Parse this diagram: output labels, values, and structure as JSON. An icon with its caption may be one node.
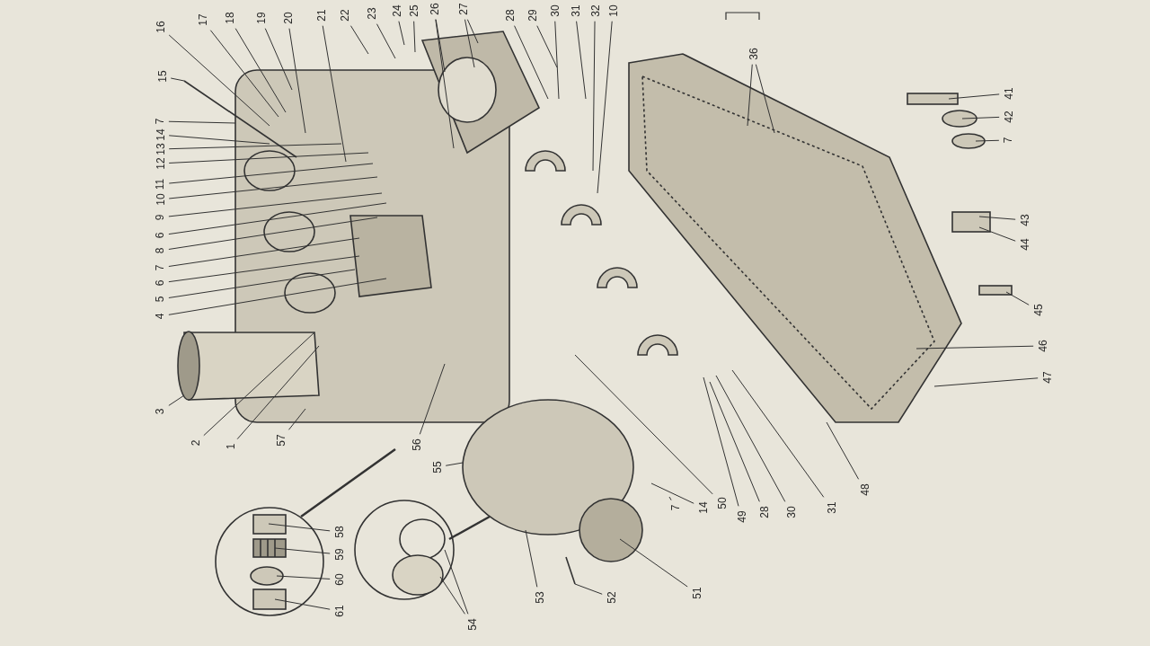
{
  "diagram": {
    "nodes": [
      {
        "text": [
          "15"
        ]
      },
      {
        "text": [
          "16"
        ]
      },
      {
        "text": [
          "17"
        ]
      },
      {
        "text": [
          "18"
        ]
      },
      {
        "text": [
          "19"
        ]
      },
      {
        "text": [
          "20"
        ]
      },
      {
        "text": [
          "21"
        ]
      },
      {
        "text": [
          "22"
        ]
      },
      {
        "text": [
          "23"
        ]
      },
      {
        "text": [
          "24"
        ]
      },
      {
        "text": [
          "25"
        ]
      },
      {
        "text": [
          "26"
        ]
      },
      {
        "text": [
          "27"
        ]
      },
      {
        "text": [
          "28"
        ]
      },
      {
        "text": [
          "29"
        ]
      },
      {
        "text": [
          "30"
        ]
      },
      {
        "text": [
          "31"
        ]
      },
      {
        "text": [
          "32"
        ]
      },
      {
        "text": [
          "10"
        ]
      },
      {
        "text": [
          "36"
        ]
      },
      {
        "text": [
          "7"
        ]
      },
      {
        "text": [
          "14"
        ]
      },
      {
        "text": [
          "13"
        ]
      },
      {
        "text": [
          "12"
        ]
      },
      {
        "text": [
          "11"
        ]
      },
      {
        "text": [
          "10"
        ]
      },
      {
        "text": [
          "9"
        ]
      },
      {
        "text": [
          "6"
        ]
      },
      {
        "text": [
          "8"
        ]
      },
      {
        "text": [
          "7"
        ]
      },
      {
        "text": [
          "6"
        ]
      },
      {
        "text": [
          "5"
        ]
      },
      {
        "text": [
          "4"
        ]
      },
      {
        "text": [
          "3"
        ]
      },
      {
        "text": [
          "2"
        ]
      },
      {
        "text": [
          "1"
        ]
      },
      {
        "text": [
          "57"
        ]
      },
      {
        "text": [
          "56"
        ]
      },
      {
        "text": [
          "55"
        ]
      },
      {
        "text": [
          "58"
        ]
      },
      {
        "text": [
          "59"
        ]
      },
      {
        "text": [
          "60"
        ]
      },
      {
        "text": [
          "61"
        ]
      },
      {
        "text": [
          "54"
        ]
      },
      {
        "text": [
          "53"
        ]
      },
      {
        "text": [
          "52"
        ]
      },
      {
        "text": [
          "51"
        ]
      },
      {
        "text": [
          "7"
        ]
      },
      {
        "text": [
          "14"
        ]
      },
      {
        "text": [
          "50"
        ]
      },
      {
        "text": [
          "49"
        ]
      },
      {
        "text": [
          "28"
        ]
      },
      {
        "text": [
          "30"
        ]
      },
      {
        "text": [
          "31"
        ]
      },
      {
        "text": [
          "48"
        ]
      },
      {
        "text": [
          "47"
        ]
      },
      {
        "text": [
          "46"
        ]
      },
      {
        "text": [
          "45"
        ]
      },
      {
        "text": [
          "44"
        ]
      },
      {
        "text": [
          "43"
        ]
      },
      {
        "text": [
          "7"
        ]
      },
      {
        "text": [
          "42"
        ]
      },
      {
        "text": [
          "41"
        ]
      }
    ],
    "edges": [
      {
        "from": 0,
        "to": null,
        "arrow": "none"
      },
      {
        "from": 1,
        "to": null,
        "arrow": "none"
      },
      {
        "from": 2,
        "to": null,
        "arrow": "none"
      },
      {
        "from": 3,
        "to": null,
        "arrow": "none"
      },
      {
        "from": 4,
        "to": null,
        "arrow": "none"
      },
      {
        "from": 5,
        "to": null,
        "arrow": "none"
      },
      {
        "from": 6,
        "to": null,
        "arrow": "none"
      },
      {
        "from": 7,
        "to": null,
        "arrow": "none"
      },
      {
        "from": 8,
        "to": null,
        "arrow": "none"
      },
      {
        "from": 9,
        "to": null,
        "arrow": "none"
      },
      {
        "from": 10,
        "to": null,
        "arrow": "none"
      },
      {
        "from": 11,
        "to": null,
        "arrow": "none"
      },
      {
        "from": 11,
        "to": null,
        "arrow": "none"
      },
      {
        "from": 12,
        "to": null,
        "arrow": "none"
      },
      {
        "from": 12,
        "to": null,
        "arrow": "none"
      },
      {
        "from": 13,
        "to": null,
        "arrow": "none"
      },
      {
        "from": 14,
        "to": null,
        "arrow": "none"
      },
      {
        "from": 15,
        "to": null,
        "arrow": "none"
      },
      {
        "from": 16,
        "to": null,
        "arrow": "none"
      },
      {
        "from": 17,
        "to": null,
        "arrow": "none"
      },
      {
        "from": 18,
        "to": null,
        "arrow": "none"
      },
      {
        "from": 19,
        "to": null,
        "arrow": "none"
      },
      {
        "from": 19,
        "to": null,
        "arrow": "none"
      },
      {
        "from": 20,
        "to": null,
        "arrow": "none"
      },
      {
        "from": 21,
        "to": null,
        "arrow": "none"
      },
      {
        "from": 22,
        "to": null,
        "arrow": "none"
      },
      {
        "from": 23,
        "to": null,
        "arrow": "none"
      },
      {
        "from": 24,
        "to": null,
        "arrow": "none"
      },
      {
        "from": 25,
        "to": null,
        "arrow": "none"
      },
      {
        "from": 26,
        "to": null,
        "arrow": "none"
      },
      {
        "from": 27,
        "to": null,
        "arrow": "none"
      },
      {
        "from": 28,
        "to": null,
        "arrow": "none"
      },
      {
        "from": 29,
        "to": null,
        "arrow": "none"
      },
      {
        "from": 30,
        "to": null,
        "arrow": "none"
      },
      {
        "from": 31,
        "to": null,
        "arrow": "none"
      },
      {
        "from": 32,
        "to": null,
        "arrow": "none"
      },
      {
        "from": 33,
        "to": null,
        "arrow": "none"
      },
      {
        "from": 34,
        "to": null,
        "arrow": "none"
      },
      {
        "from": 35,
        "to": null,
        "arrow": "none"
      },
      {
        "from": 36,
        "to": null,
        "arrow": "none"
      },
      {
        "from": 37,
        "to": null,
        "arrow": "none"
      },
      {
        "from": 38,
        "to": null,
        "arrow": "none"
      },
      {
        "from": 39,
        "to": null,
        "arrow": "none"
      },
      {
        "from": 40,
        "to": null,
        "arrow": "none"
      },
      {
        "from": 41,
        "to": null,
        "arrow": "none"
      },
      {
        "from": 42,
        "to": null,
        "arrow": "none"
      },
      {
        "from": 43,
        "to": null,
        "arrow": "none"
      },
      {
        "from": 43,
        "to": null,
        "arrow": "none"
      },
      {
        "from": 44,
        "to": null,
        "arrow": "none"
      },
      {
        "from": 45,
        "to": null,
        "arrow": "none"
      },
      {
        "from": 46,
        "to": null,
        "arrow": "none"
      },
      {
        "from": 47,
        "to": null,
        "arrow": "none"
      },
      {
        "from": 48,
        "to": null,
        "arrow": "none"
      },
      {
        "from": 49,
        "to": null,
        "arrow": "none"
      },
      {
        "from": 50,
        "to": null,
        "arrow": "none"
      },
      {
        "from": 51,
        "to": null,
        "arrow": "none"
      },
      {
        "from": 52,
        "to": null,
        "arrow": "none"
      },
      {
        "from": 53,
        "to": null,
        "arrow": "none"
      },
      {
        "from": 54,
        "to": null,
        "arrow": "none"
      },
      {
        "from": 55,
        "to": null,
        "arrow": "none"
      },
      {
        "from": 56,
        "to": null,
        "arrow": "none"
      },
      {
        "from": 57,
        "to": null,
        "arrow": "none"
      },
      {
        "from": 58,
        "to": null,
        "arrow": "none"
      },
      {
        "from": 59,
        "to": null,
        "arrow": "none"
      },
      {
        "from": 60,
        "to": null,
        "arrow": "none"
      },
      {
        "from": 61,
        "to": null,
        "arrow": "none"
      },
      {
        "from": 62,
        "to": null,
        "arrow": "none"
      }
    ]
  }
}
